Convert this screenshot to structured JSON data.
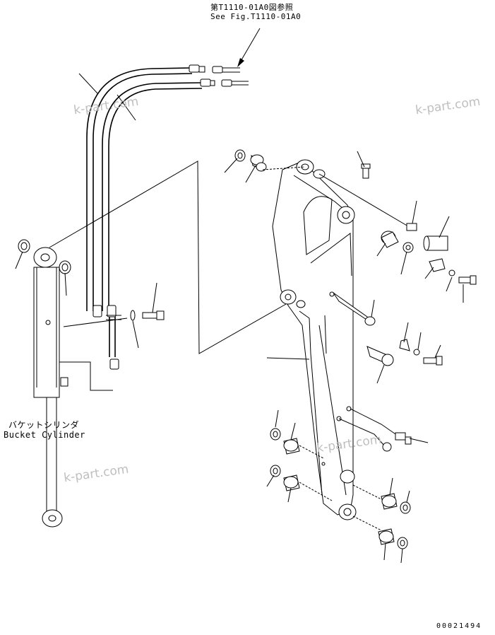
{
  "reference": {
    "line1": "第T1110-01A0図参照",
    "line2": "See Fig.T1110-01A0"
  },
  "callout": {
    "jp": "バケットシリンダ",
    "en": "Bucket Cylinder"
  },
  "watermarks": [
    "k-part.com",
    "k-part.com",
    "k-part.com",
    "k-part.com"
  ],
  "drawing_number": "00021494"
}
